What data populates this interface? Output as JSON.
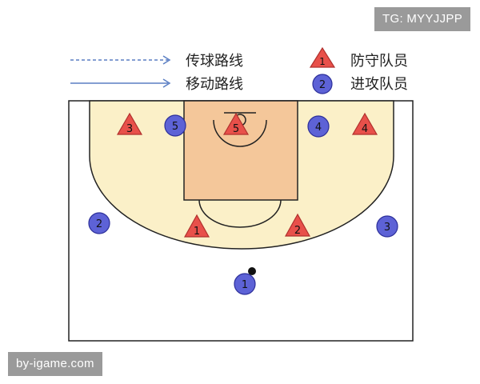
{
  "watermarks": {
    "top_right": "TG: MYYJJPP",
    "bottom_left": "by-igame.com"
  },
  "legend": {
    "pass_route": "传球路线",
    "move_route": "移动路线",
    "defender": "防守队员",
    "attacker": "进攻队员",
    "defender_symbol_number": "1",
    "attacker_symbol_number": "2"
  },
  "colors": {
    "arrow": "#5b7fc4",
    "defender_fill": "#e8504a",
    "defender_stroke": "#b0302d",
    "attacker_fill": "#5d62d6",
    "attacker_stroke": "#2c2f9a",
    "three_point_area": "#fbf0c8",
    "paint": "#f4c79a",
    "court_line": "#222222",
    "ball": "#111111"
  },
  "defenders": [
    {
      "id": "defender-1",
      "number": "1"
    },
    {
      "id": "defender-2",
      "number": "2"
    },
    {
      "id": "defender-3",
      "number": "3"
    },
    {
      "id": "defender-4",
      "number": "4"
    },
    {
      "id": "defender-5",
      "number": "5"
    }
  ],
  "attackers": [
    {
      "id": "attacker-1",
      "number": "1",
      "has_ball": true
    },
    {
      "id": "attacker-2",
      "number": "2"
    },
    {
      "id": "attacker-3",
      "number": "3"
    },
    {
      "id": "attacker-4",
      "number": "4"
    },
    {
      "id": "attacker-5",
      "number": "5"
    }
  ]
}
